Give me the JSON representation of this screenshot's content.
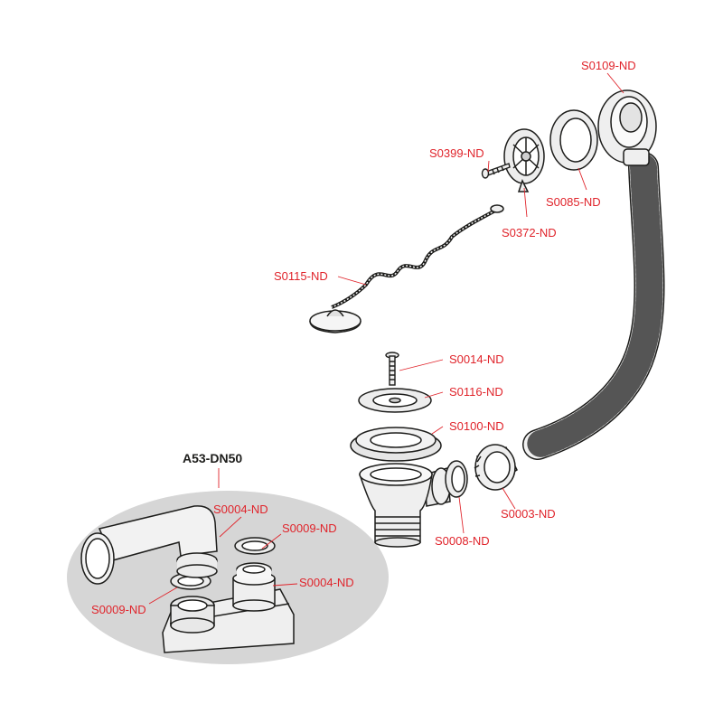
{
  "title": "A53-DN50",
  "colors": {
    "label": "#e0242b",
    "line": "#1d1d1b",
    "part_fill": "#efefef",
    "highlight_ellipse": "#d6d6d6"
  },
  "parts": [
    {
      "code": "S0109-ND"
    },
    {
      "code": "S0399-ND"
    },
    {
      "code": "S0085-ND"
    },
    {
      "code": "S0372-ND"
    },
    {
      "code": "S0115-ND"
    },
    {
      "code": "S0014-ND"
    },
    {
      "code": "S0116-ND"
    },
    {
      "code": "S0100-ND"
    },
    {
      "code": "S0003-ND"
    },
    {
      "code": "S0008-ND"
    }
  ],
  "inset_parts": [
    {
      "code": "S0004-ND"
    },
    {
      "code": "S0009-ND"
    },
    {
      "code": "S0004-ND"
    },
    {
      "code": "S0009-ND"
    }
  ]
}
